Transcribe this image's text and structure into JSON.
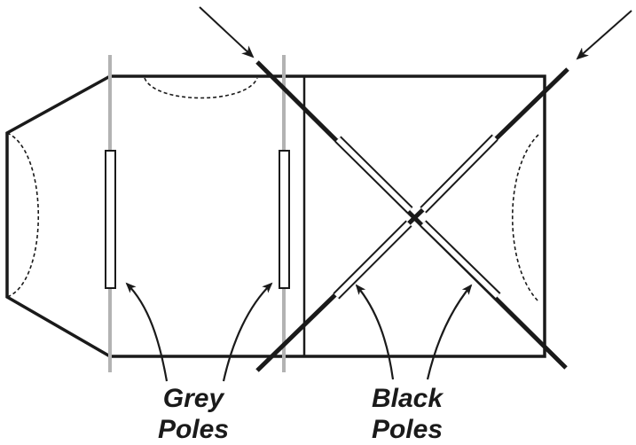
{
  "labels": {
    "grey_line1": "Grey",
    "grey_line2": "Poles",
    "black_line1": "Black",
    "black_line2": "Poles"
  },
  "colors": {
    "ink": "#1a1a1a",
    "grey_pole": "#b3b3b3",
    "pole_fill": "#ffffff"
  }
}
